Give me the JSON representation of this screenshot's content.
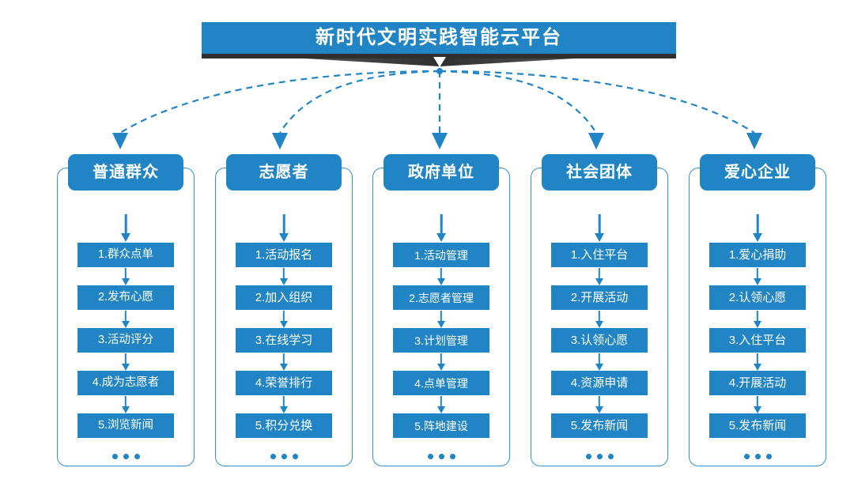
{
  "header": {
    "title": "新时代文明实践智能云平台",
    "chevron_icon": "chevron-down-icon"
  },
  "colors": {
    "brand_blue": "#2185c5",
    "outline_blue": "#2f93d4",
    "ribbon_dark": "#333333",
    "background": "#ffffff"
  },
  "ellipsis_label": "• • •",
  "columns": [
    {
      "header": "普通群众",
      "items": [
        "1.群众点单",
        "2.发布心愿",
        "3.活动评分",
        "4.成为志愿者",
        "5.浏览新闻"
      ]
    },
    {
      "header": "志愿者",
      "items": [
        "1.活动报名",
        "2.加入组织",
        "3.在线学习",
        "4.荣誉排行",
        "5.积分兑换"
      ]
    },
    {
      "header": "政府单位",
      "items": [
        "1.活动管理",
        "2.志愿者管理",
        "3.计划管理",
        "4.点单管理",
        "5.阵地建设"
      ]
    },
    {
      "header": "社会团体",
      "items": [
        "1.入住平台",
        "2.开展活动",
        "3.认领心愿",
        "4.资源申请",
        "5.发布新闻"
      ]
    },
    {
      "header": "爱心企业",
      "items": [
        "1.爱心捐助",
        "2.认领心愿",
        "3.入住平台",
        "4.开展活动",
        "5.发布新闻"
      ]
    }
  ]
}
